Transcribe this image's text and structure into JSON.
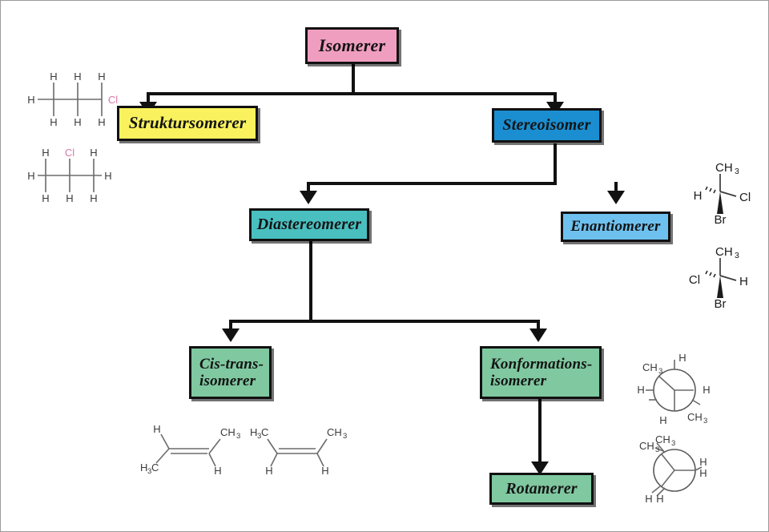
{
  "diagram": {
    "title_node": "Isomerer",
    "nodes": [
      {
        "id": "isomerer",
        "label": "Isomerer",
        "color": "#f09ec0"
      },
      {
        "id": "struktur",
        "label": "Struktursomerer",
        "color": "#f9f25e"
      },
      {
        "id": "stereo",
        "label": "Stereoisomer",
        "color": "#1a8ed1"
      },
      {
        "id": "diastereo",
        "label": "Diastereomerer",
        "color": "#49bfc0"
      },
      {
        "id": "enantio",
        "label": "Enantiomerer",
        "color": "#6ec1ef"
      },
      {
        "id": "cistrans",
        "label": "Cis-trans-\nisomerer",
        "color": "#7fc8a0"
      },
      {
        "id": "konformations",
        "label": "Konformations-\nisomerer",
        "color": "#7fc8a0"
      },
      {
        "id": "rotamerer",
        "label": "Rotamerer",
        "color": "#7fc8a0"
      }
    ],
    "edges": [
      {
        "from": "isomerer",
        "to": "struktur"
      },
      {
        "from": "isomerer",
        "to": "stereo"
      },
      {
        "from": "stereo",
        "to": "diastereo"
      },
      {
        "from": "stereo",
        "to": "enantio"
      },
      {
        "from": "diastereo",
        "to": "cistrans"
      },
      {
        "from": "diastereo",
        "to": "konformations"
      },
      {
        "from": "konformations",
        "to": "rotamerer"
      }
    ],
    "colors": {
      "outline": "#111111",
      "border": "#9a9a9a",
      "background": "#ffffff",
      "chlorine_text": "#d878a8",
      "bond": "#6b6b6b"
    }
  },
  "structures": {
    "struct_1_chloropropane": {
      "name": "1-chloropropane",
      "atoms": [
        "H",
        "H",
        "H",
        "H",
        "H",
        "H",
        "H",
        "Cl"
      ],
      "terminal_left": "H",
      "terminal_right": "Cl",
      "top_labels": [
        "H",
        "H",
        "H"
      ],
      "bottom_labels": [
        "H",
        "H",
        "H"
      ]
    },
    "struct_2_chloropropane": {
      "name": "2-chloropropane",
      "terminal_left": "H",
      "terminal_right": "H",
      "top_labels": [
        "H",
        "Cl",
        "H"
      ],
      "bottom_labels": [
        "H",
        "H",
        "H"
      ]
    },
    "struct_enantiomer_r": {
      "name": "enantiomer-R",
      "up": "CH",
      "up_sub": "3",
      "left": "H",
      "right": "Cl",
      "down": "Br"
    },
    "struct_enantiomer_s": {
      "name": "enantiomer-S",
      "up": "CH",
      "up_sub": "3",
      "left": "Cl",
      "right": "H",
      "down": "Br"
    },
    "struct_trans_butene": {
      "name": "trans-2-butene",
      "top_left": "H",
      "top_right": "CH",
      "top_right_sub": "3",
      "bottom_left": "H",
      "bottom_left_sub": "3",
      "bottom_left_tail": "C",
      "bottom_right": "H"
    },
    "struct_cis_butene": {
      "name": "cis-2-butene",
      "top_left": "H",
      "top_left_sub": "3",
      "top_left_tail": "C",
      "top_right": "CH",
      "top_right_sub": "3",
      "bottom_left": "H",
      "bottom_right": "H"
    },
    "struct_newman_anti": {
      "name": "newman-anti-staggered",
      "labels": [
        "CH",
        "H",
        "H",
        "H",
        "H",
        "CH"
      ],
      "sub": "3"
    },
    "struct_newman_eclipsed": {
      "name": "newman-eclipsed",
      "labels": [
        "CH",
        "CH",
        "H",
        "H",
        "H",
        "H"
      ],
      "sub": "3"
    }
  }
}
